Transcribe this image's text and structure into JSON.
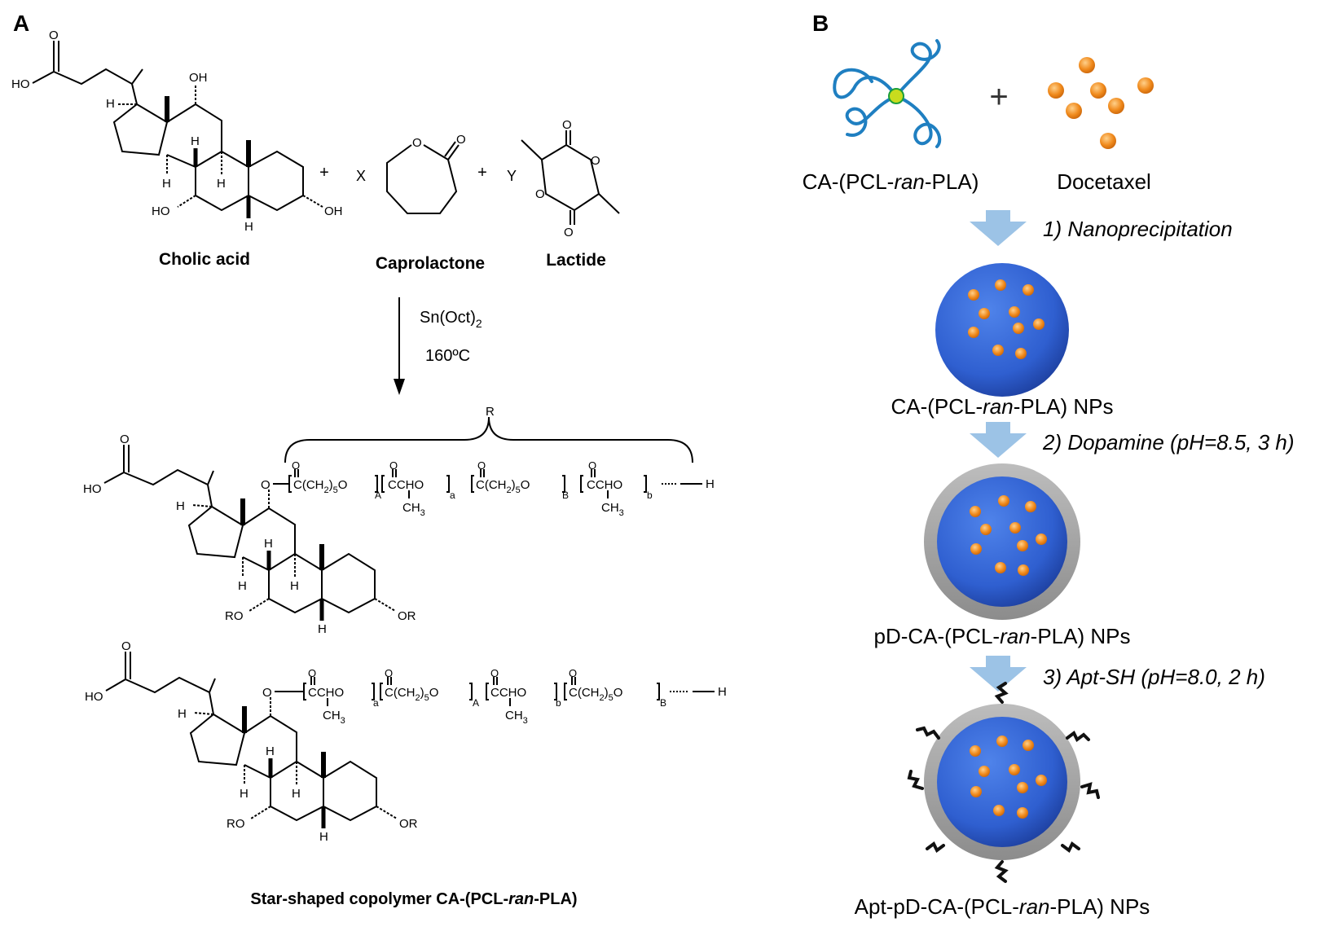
{
  "panels": {
    "a": {
      "letter": "A",
      "reactants": {
        "cholic": {
          "name": "Cholic acid",
          "atoms": {
            "ho": "HO",
            "oh_top": "OH",
            "h_side": "H",
            "h_c9": "H",
            "h_c14": "H",
            "h_c8": "H",
            "h_c5": "H",
            "ho_c7": "HO",
            "oh_c3": "OH",
            "o_carbonyl": "O"
          }
        },
        "plus": "+",
        "coef_x": "X",
        "caprolactone": {
          "name": "Caprolactone",
          "o_ring": "O",
          "o_carbonyl": "O"
        },
        "coef_y": "Y",
        "lactide": {
          "name": "Lactide",
          "o1": "O",
          "o2": "O",
          "o3": "O",
          "o4": "O"
        }
      },
      "arrow": {
        "catalyst_main": "Sn(Oct)",
        "catalyst_sub": "2",
        "temperature": "160ºC"
      },
      "product_upper": {
        "r_label": "R",
        "atoms": {
          "ho": "HO",
          "o_carbonyl": "O",
          "h_side": "H",
          "o_link": "O",
          "h_c9": "H",
          "h_c14": "H",
          "h_c8": "H",
          "h_c5": "H",
          "ro_c7": "RO",
          "or_c3": "OR",
          "h_end": "H"
        },
        "chain": [
          {
            "text": "C(CH",
            "sub": "2",
            "tail": ")",
            "sub2": "5",
            "end": "O",
            "index": "A"
          },
          {
            "text": "CCHO",
            "methyl": "CH",
            "methyl_sub": "3",
            "index": "a"
          },
          {
            "text": "C(CH",
            "sub": "2",
            "tail": ")",
            "sub2": "5",
            "end": "O",
            "index": "B"
          },
          {
            "text": "CCHO",
            "methyl": "CH",
            "methyl_sub": "3",
            "index": "b"
          }
        ]
      },
      "product_lower": {
        "atoms": {
          "ho": "HO",
          "o_carbonyl": "O",
          "h_side": "H",
          "o_link": "O",
          "h_c9": "H",
          "h_c14": "H",
          "h_c8": "H",
          "h_c5": "H",
          "ro_c7": "RO",
          "or_c3": "OR",
          "h_end": "H"
        },
        "chain": [
          {
            "text": "CCHO",
            "methyl": "CH",
            "methyl_sub": "3",
            "index": "a"
          },
          {
            "text": "C(CH",
            "sub": "2",
            "tail": ")",
            "sub2": "5",
            "end": "O",
            "index": "A"
          },
          {
            "text": "CCHO",
            "methyl": "CH",
            "methyl_sub": "3",
            "index": "b"
          },
          {
            "text": "C(CH",
            "sub": "2",
            "tail": ")",
            "sub2": "5",
            "end": "O",
            "index": "B"
          }
        ]
      },
      "caption": {
        "prefix": "Star-shaped copolymer CA-(PCL-",
        "italic": "ran",
        "suffix": "-PLA)"
      }
    },
    "b": {
      "letter": "B",
      "polymer_label": {
        "prefix": "CA-(PCL-",
        "italic": "ran",
        "suffix": "-PLA)"
      },
      "plus": "+",
      "drug_label": "Docetaxel",
      "steps": [
        {
          "text": "1) Nanoprecipitation"
        },
        {
          "text": "2) Dopamine  (pH=8.5,  3 h)"
        },
        {
          "text": "3) Apt-SH (pH=8.0,  2 h)"
        }
      ],
      "np_labels": [
        {
          "prefix": "CA-(PCL-",
          "italic": "ran",
          "suffix": "-PLA)  NPs"
        },
        {
          "prefix": "pD-CA-(PCL-",
          "italic": "ran",
          "suffix": "-PLA)  NPs"
        },
        {
          "prefix": "Apt-pD-CA-(PCL-",
          "italic": "ran",
          "suffix": "-PLA)  NPs"
        }
      ]
    }
  },
  "colors": {
    "core_blue": "#2f5fd0",
    "core_dark": "#1d3f9e",
    "shell_gray": "#a6a6a6",
    "drug_orange": "#f08a1c",
    "arrow_blue": "#9cc3e6",
    "polymer_blue": "#1f7fc1",
    "center_dot": "#c8dc1e"
  },
  "icons": {
    "aptamer": "squiggle-icon",
    "drug": "orange-dot-icon",
    "step_arrow": "down-arrow-icon"
  }
}
